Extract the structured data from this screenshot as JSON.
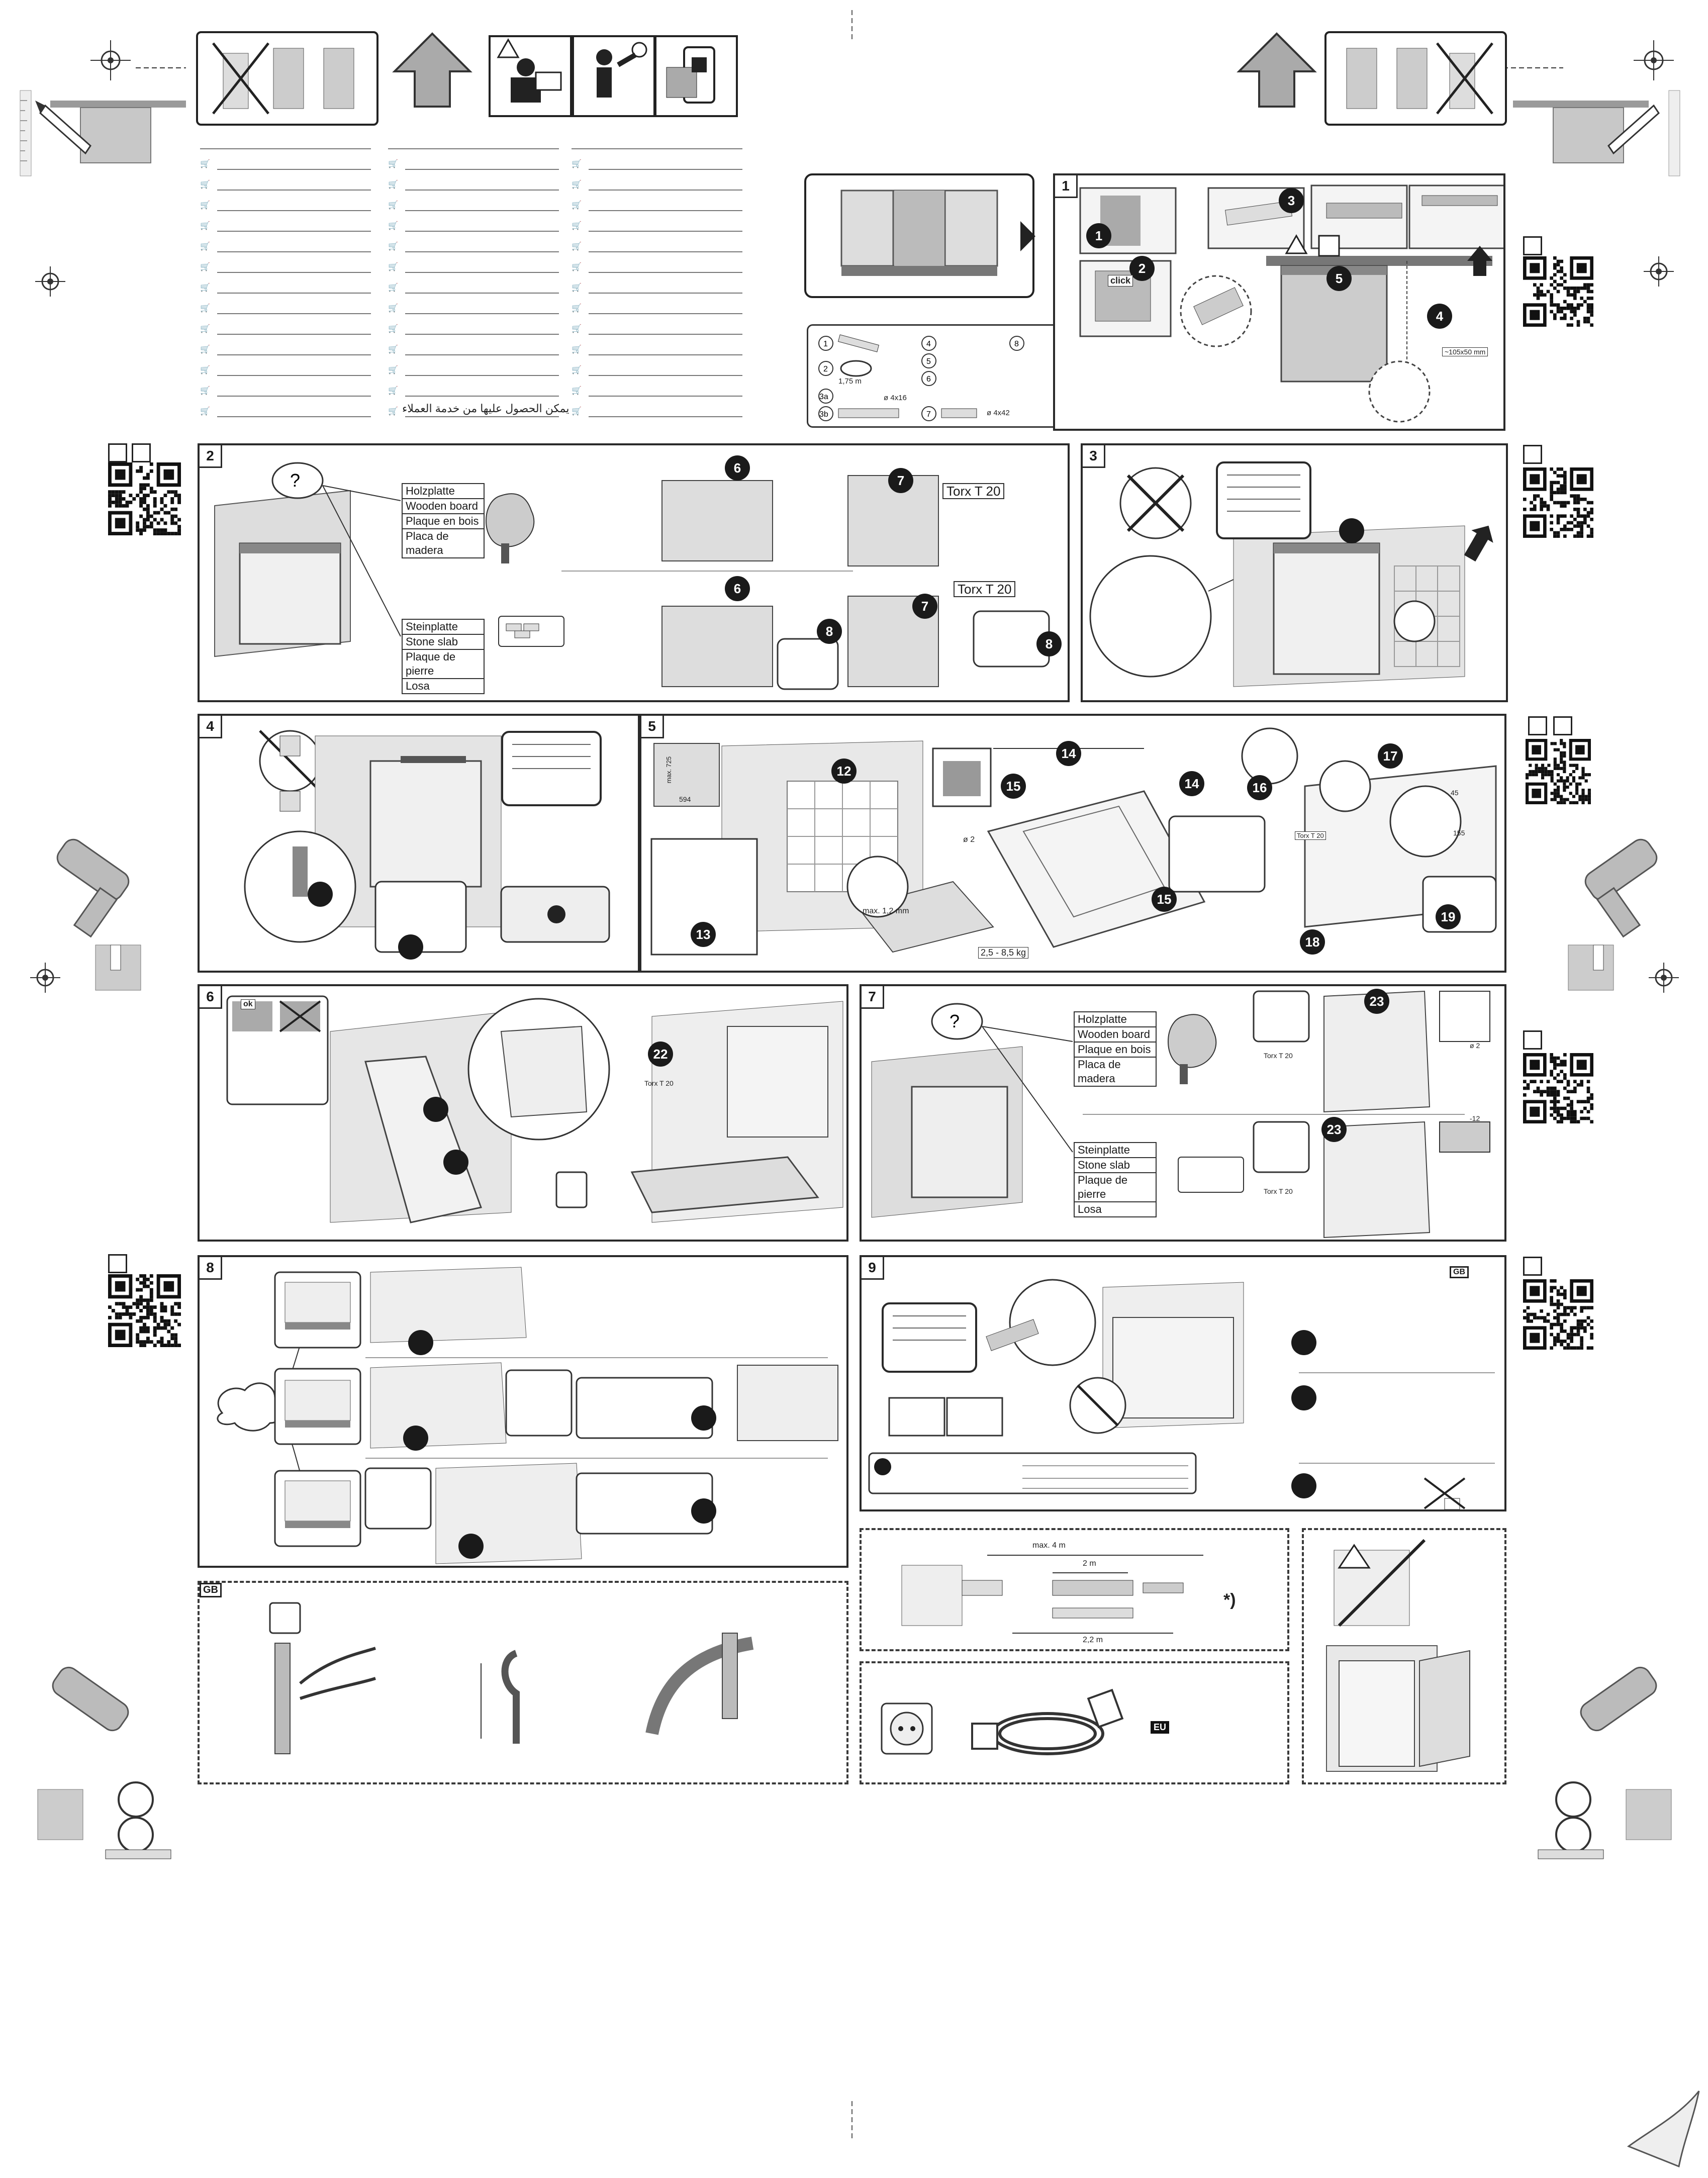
{
  "languages": {
    "rows": 13,
    "arabic_note": "يمكن الحصول عليها من خدمة العملاء"
  },
  "steps": {
    "s1": "1",
    "s2": "2",
    "s3": "3",
    "s4": "4",
    "s5": "5",
    "s6": "6",
    "s7": "7",
    "s8": "8",
    "s9": "9"
  },
  "materials": {
    "wood": [
      "Holzplatte",
      "Wooden board",
      "Plaque en bois",
      "Placa de madera"
    ],
    "stone": [
      "Steinplatte",
      "Stone slab",
      "Plaque de pierre",
      "Losa"
    ]
  },
  "tools": {
    "torx": "Torx T 20",
    "torx_small": "Torx T 20"
  },
  "step1": {
    "click": "click",
    "hose_length": "1,75 m",
    "screw_a": "ø 4x16",
    "screw_b": "ø 4x42",
    "size_label": "~105x50 mm",
    "parts": [
      "1",
      "2",
      "3a",
      "3b",
      "4",
      "5",
      "6",
      "7",
      "8"
    ]
  },
  "step5": {
    "max_depth": "max. 725",
    "width": "594",
    "drill": "ø 2",
    "gap": "max. 1,2 mm",
    "weight": "2,5 - 8,5 kg",
    "dim_45": "45",
    "dim_155": "155"
  },
  "step6": {
    "ok": "ok"
  },
  "step7": {
    "drill": "ø 2",
    "dim1": "-12"
  },
  "step9": {
    "from_to": "GB"
  },
  "hose": {
    "max": "max. 4 m",
    "two": "2 m",
    "twotwo": "2,2 m",
    "star": "*)"
  },
  "power": {
    "eu": "EU"
  },
  "dispose": {
    "gb": "GB"
  },
  "badges": [
    "1",
    "2",
    "3",
    "4",
    "5",
    "6",
    "7",
    "8",
    "12",
    "13",
    "14",
    "15",
    "16",
    "17",
    "18",
    "19",
    "22",
    "23"
  ]
}
